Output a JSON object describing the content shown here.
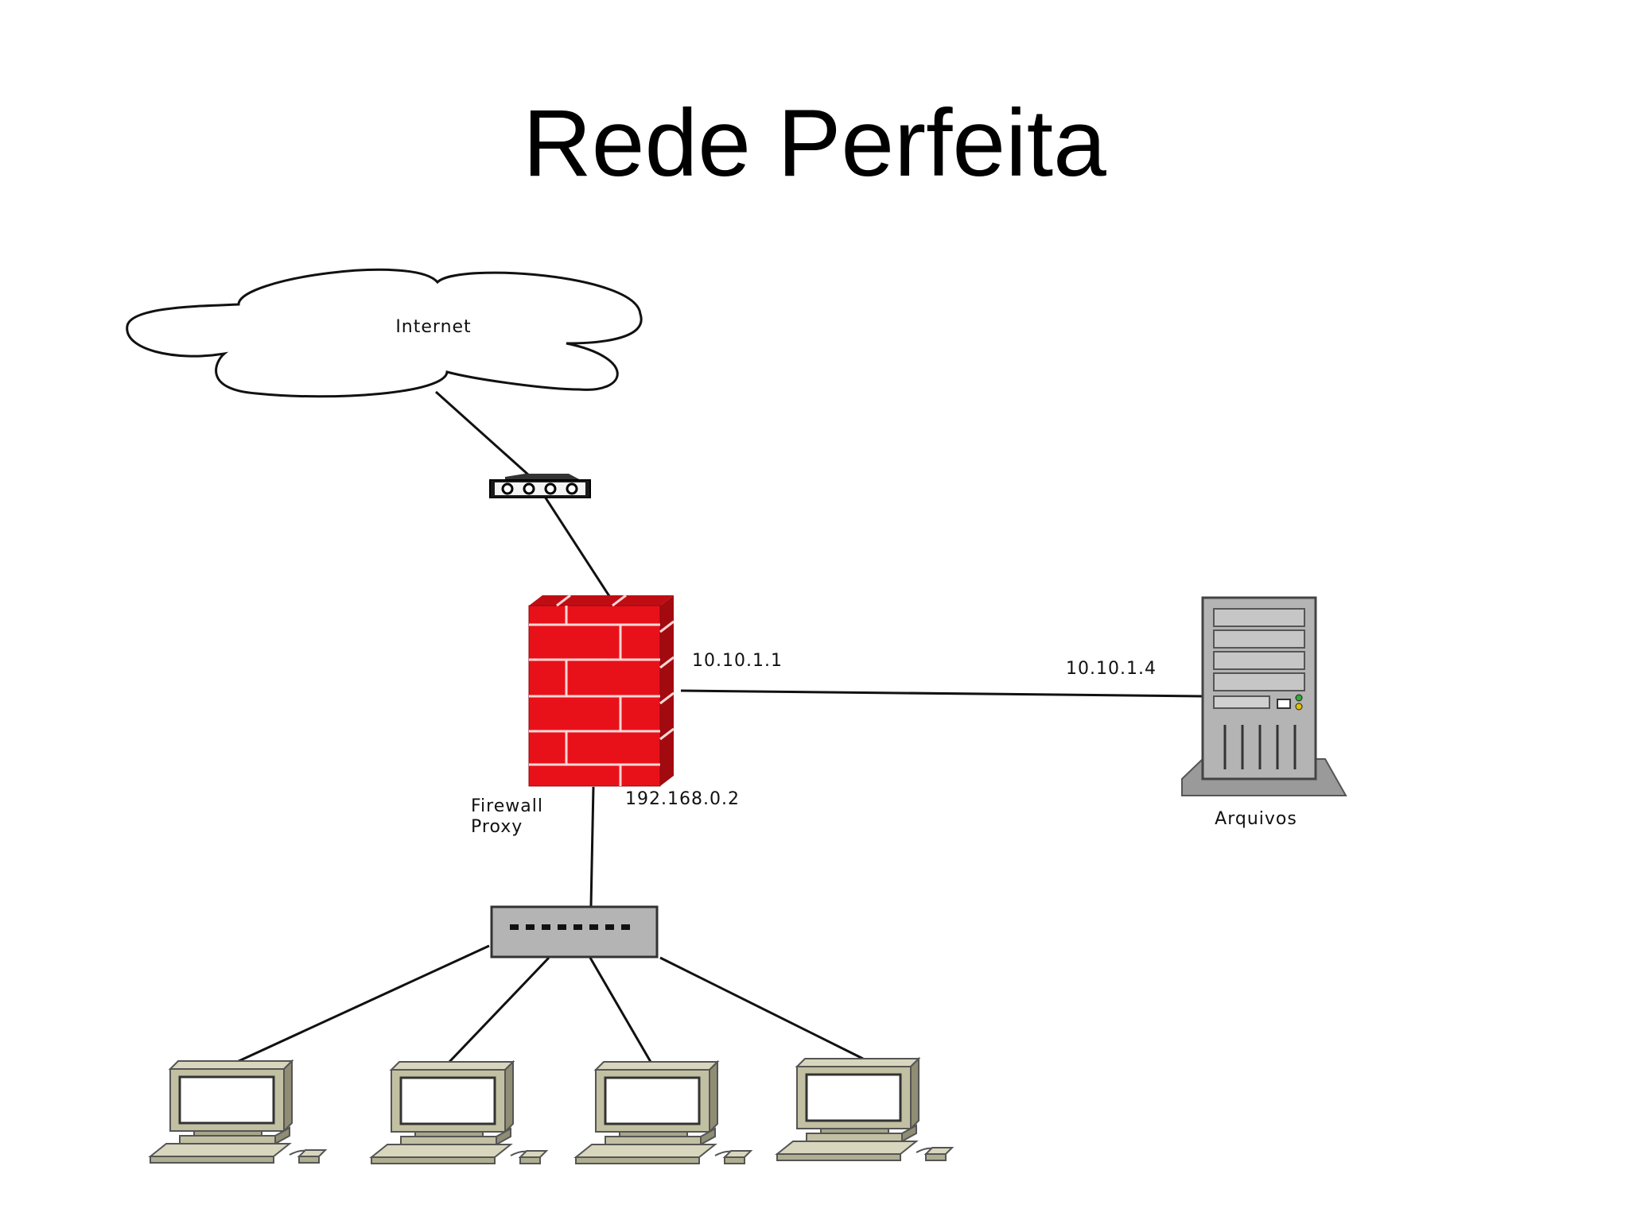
{
  "slide": {
    "title": "Rede Perfeita"
  },
  "diagram": {
    "nodes": {
      "internet": {
        "label": "Internet",
        "icon": "cloud-icon"
      },
      "modem": {
        "label": "",
        "icon": "modem-icon"
      },
      "firewall": {
        "label_line1": "Firewall",
        "label_line2": "Proxy",
        "icon": "firewall-icon"
      },
      "file_server": {
        "label": "Arquivos",
        "icon": "server-tower-icon"
      },
      "switch": {
        "label": "",
        "icon": "switch-icon"
      },
      "workstations": [
        {
          "icon": "workstation-icon"
        },
        {
          "icon": "workstation-icon"
        },
        {
          "icon": "workstation-icon"
        },
        {
          "icon": "workstation-icon"
        }
      ]
    },
    "addresses": {
      "firewall_lan_to_server": "10.10.1.1",
      "server": "10.10.1.4",
      "firewall_lan_to_switch": "192.168.0.2"
    },
    "colors": {
      "firewall_red": "#e8111a",
      "brick_line": "#ffd6d6",
      "device_gray": "#b4b4b4",
      "workstation_beige": "#c2c0a2"
    }
  }
}
